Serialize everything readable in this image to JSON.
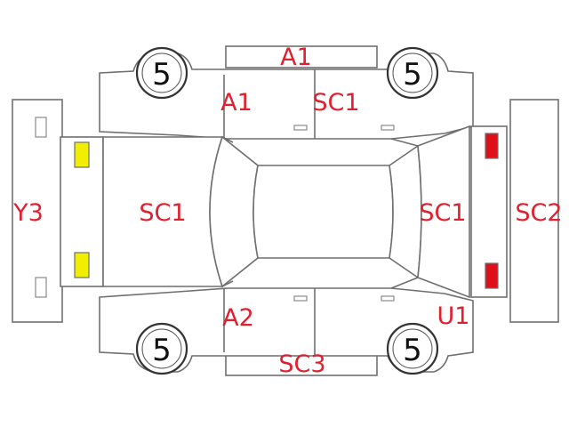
{
  "colors": {
    "outline": "#6f6f6f",
    "damage_label": "#e0202f",
    "front_lamp": "#f2ee00",
    "rear_lamp": "#e0101a",
    "background": "#ffffff"
  },
  "tires": {
    "front_left": "5",
    "front_right": "5",
    "rear_left": "5",
    "rear_right": "5"
  },
  "labels": {
    "roof_top": "A1",
    "front_door_top": "A1",
    "rear_door_top": "SC1",
    "front_bumper": "Y3",
    "hood": "SC1",
    "trunk": "SC1",
    "rear_bumper": "SC2",
    "front_door_bottom": "A2",
    "rear_quarter_bottom": "U1",
    "bottom_rocker": "SC3"
  }
}
